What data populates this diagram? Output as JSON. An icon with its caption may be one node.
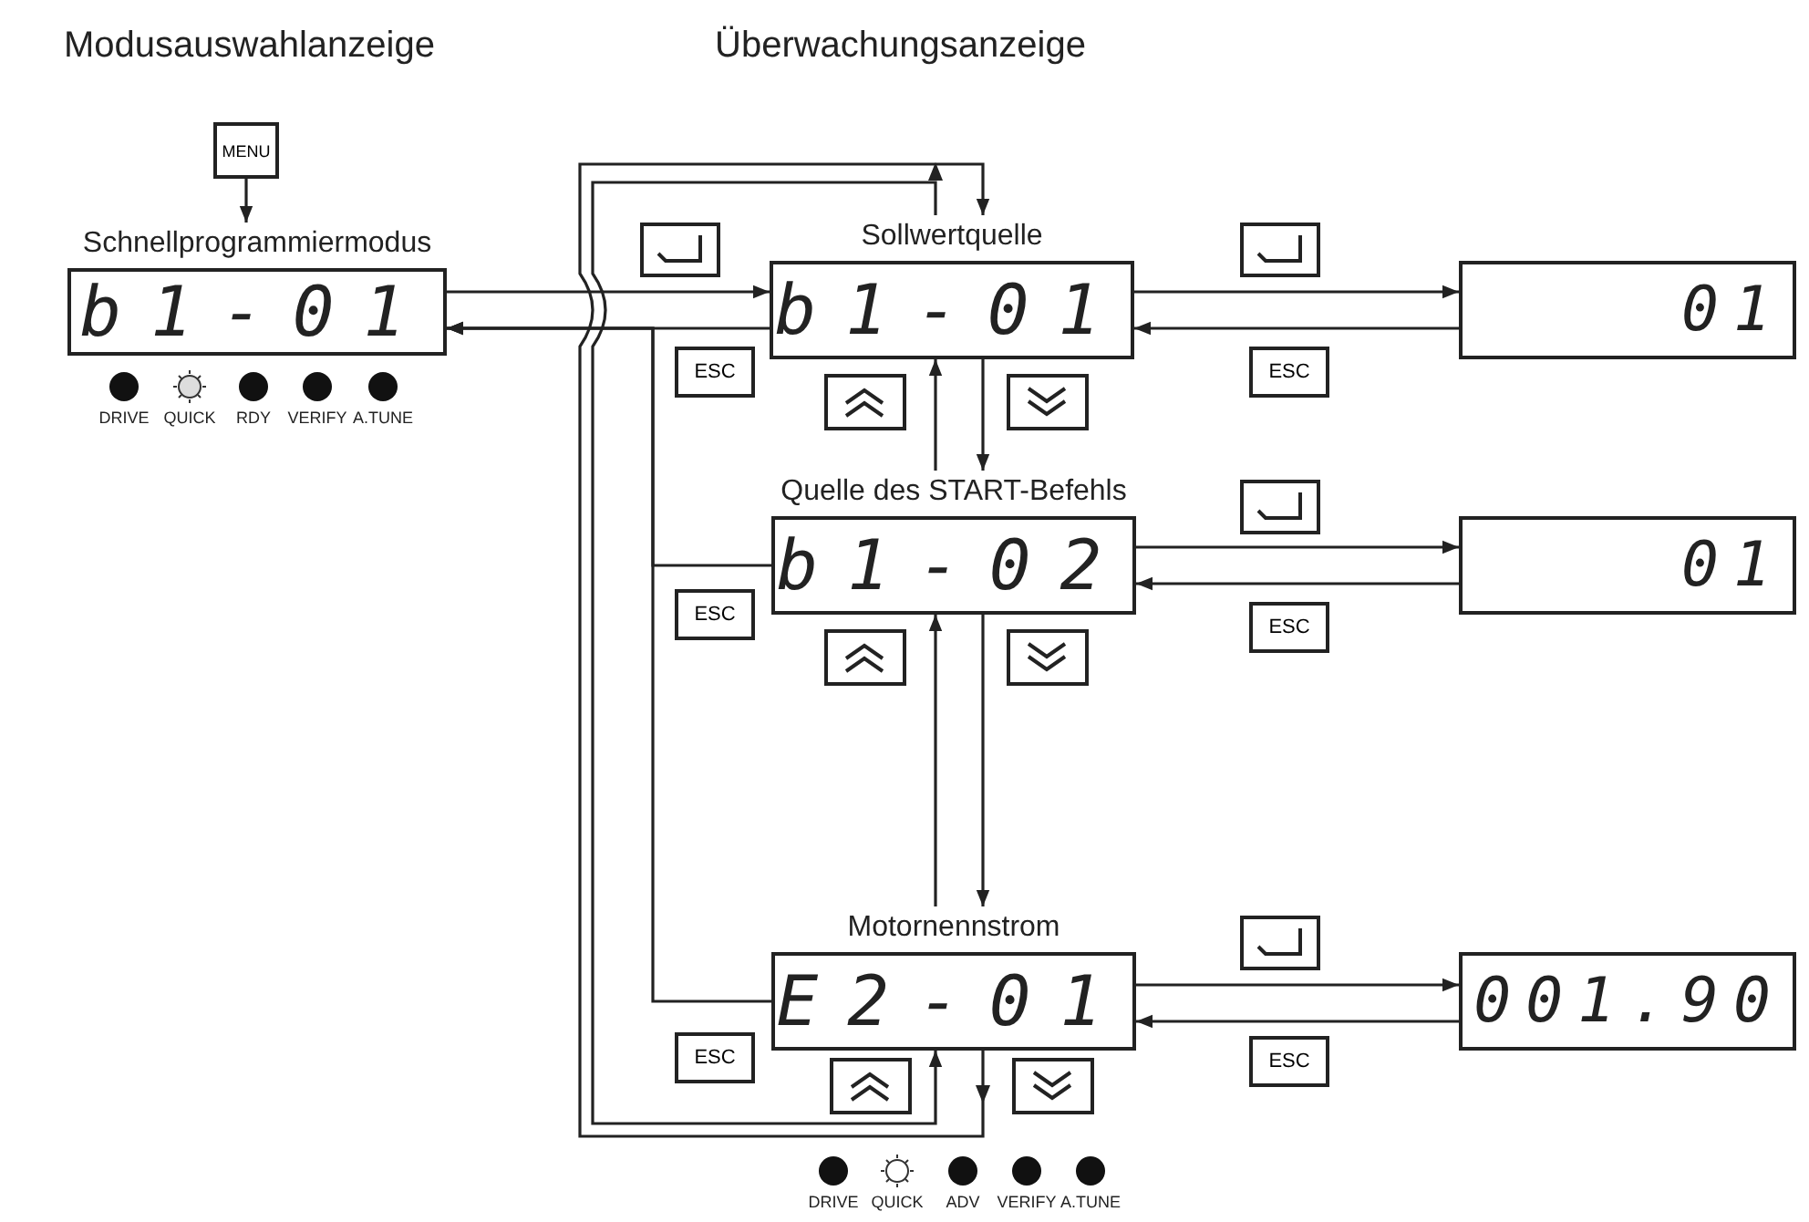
{
  "diagram": {
    "nodes": [
      {
        "text": [
          "MENU"
        ]
      },
      {
        "text": [
          "Schnellprogrammiermodus",
          "b1-01"
        ]
      },
      {
        "text": [
          "Sollwertquelle",
          "b1-01"
        ]
      },
      {
        "text": [
          "01"
        ]
      },
      {
        "text": [
          "Quelle des START-Befehls",
          "b1-02"
        ]
      },
      {
        "text": [
          "01"
        ]
      },
      {
        "text": [
          "Motornennstrom",
          "E2-01"
        ]
      },
      {
        "text": [
          "001.90"
        ]
      }
    ],
    "edges": [
      {
        "from": 0,
        "to": 1,
        "arrow": "to"
      },
      {
        "from": 1,
        "to": 2,
        "arrow": "to"
      },
      {
        "from": 2,
        "to": 1,
        "arrow": "to",
        "label": "ESC"
      },
      {
        "from": 2,
        "to": 3,
        "arrow": "to"
      },
      {
        "from": 3,
        "to": 2,
        "arrow": "to",
        "label": "ESC"
      },
      {
        "from": 2,
        "to": 4,
        "arrow": "to"
      },
      {
        "from": 4,
        "to": 2,
        "arrow": "to"
      },
      {
        "from": 4,
        "to": 1,
        "arrow": "to",
        "label": "ESC"
      },
      {
        "from": 4,
        "to": 5,
        "arrow": "to"
      },
      {
        "from": 5,
        "to": 4,
        "arrow": "to",
        "label": "ESC"
      },
      {
        "from": 4,
        "to": 6,
        "arrow": "to"
      },
      {
        "from": 6,
        "to": 4,
        "arrow": "to"
      },
      {
        "from": 6,
        "to": 1,
        "arrow": "to",
        "label": "ESC"
      },
      {
        "from": 6,
        "to": 7,
        "arrow": "to"
      },
      {
        "from": 7,
        "to": 6,
        "arrow": "to",
        "label": "ESC"
      },
      {
        "from": 6,
        "to": 2,
        "arrow": "to"
      },
      {
        "from": 2,
        "to": 6,
        "arrow": "to"
      }
    ],
    "labels": [
      "Modusauswahlanzeige",
      "Überwachungsanzeige",
      "DRIVE",
      "QUICK",
      "RDY",
      "VERIFY",
      "A.TUNE",
      "DRIVE",
      "QUICK",
      "ADV",
      "VERIFY",
      "A.TUNE"
    ]
  }
}
